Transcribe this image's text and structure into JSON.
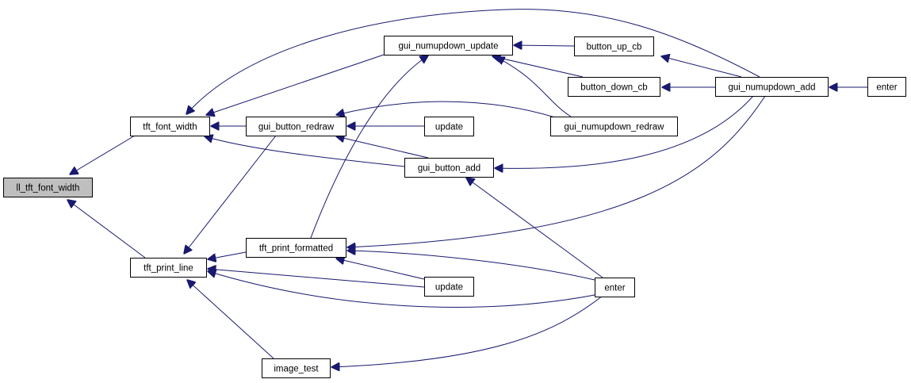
{
  "diagram": {
    "type": "call-graph",
    "colors": {
      "edge": "#191970",
      "root_fill": "#bfbfbf",
      "node_fill": "#ffffff",
      "node_border": "#000000"
    },
    "nodes": [
      {
        "id": "ll_tft_font_width",
        "label": "ll_tft_font_width",
        "root": true
      },
      {
        "id": "tft_font_width",
        "label": "tft_font_width"
      },
      {
        "id": "tft_print_line",
        "label": "tft_print_line"
      },
      {
        "id": "gui_numupdown_update",
        "label": "gui_numupdown_update"
      },
      {
        "id": "button_up_cb",
        "label": "button_up_cb"
      },
      {
        "id": "button_down_cb",
        "label": "button_down_cb"
      },
      {
        "id": "gui_numupdown_add",
        "label": "gui_numupdown_add"
      },
      {
        "id": "enter_top",
        "label": "enter"
      },
      {
        "id": "gui_button_redraw",
        "label": "gui_button_redraw"
      },
      {
        "id": "update_top",
        "label": "update"
      },
      {
        "id": "gui_numupdown_redraw",
        "label": "gui_numupdown_redraw"
      },
      {
        "id": "gui_button_add",
        "label": "gui_button_add"
      },
      {
        "id": "tft_print_formatted",
        "label": "tft_print_formatted"
      },
      {
        "id": "update_bottom",
        "label": "update"
      },
      {
        "id": "enter_bottom",
        "label": "enter"
      },
      {
        "id": "image_test",
        "label": "image_test"
      }
    ],
    "edges": [
      {
        "from": "tft_font_width",
        "to": "ll_tft_font_width"
      },
      {
        "from": "tft_print_line",
        "to": "ll_tft_font_width"
      },
      {
        "from": "gui_numupdown_add",
        "to": "tft_font_width"
      },
      {
        "from": "gui_numupdown_update",
        "to": "tft_font_width"
      },
      {
        "from": "gui_button_redraw",
        "to": "tft_font_width"
      },
      {
        "from": "gui_button_add",
        "to": "tft_font_width"
      },
      {
        "from": "button_up_cb",
        "to": "gui_numupdown_update"
      },
      {
        "from": "button_down_cb",
        "to": "gui_numupdown_update"
      },
      {
        "from": "gui_numupdown_redraw",
        "to": "gui_numupdown_update"
      },
      {
        "from": "tft_print_formatted",
        "to": "gui_numupdown_update"
      },
      {
        "from": "gui_numupdown_add",
        "to": "button_up_cb"
      },
      {
        "from": "gui_numupdown_add",
        "to": "button_down_cb"
      },
      {
        "from": "enter_top",
        "to": "gui_numupdown_add"
      },
      {
        "from": "gui_numupdown_redraw",
        "to": "gui_button_redraw"
      },
      {
        "from": "update_top",
        "to": "gui_button_redraw"
      },
      {
        "from": "gui_button_add",
        "to": "gui_button_redraw"
      },
      {
        "from": "gui_numupdown_add",
        "to": "gui_button_add"
      },
      {
        "from": "enter_bottom",
        "to": "gui_button_add"
      },
      {
        "from": "gui_button_redraw",
        "to": "tft_print_line"
      },
      {
        "from": "tft_print_formatted",
        "to": "tft_print_line"
      },
      {
        "from": "update_bottom",
        "to": "tft_print_line"
      },
      {
        "from": "enter_bottom",
        "to": "tft_print_line"
      },
      {
        "from": "gui_numupdown_add",
        "to": "tft_print_formatted"
      },
      {
        "from": "update_bottom",
        "to": "tft_print_formatted"
      },
      {
        "from": "enter_bottom",
        "to": "tft_print_formatted"
      },
      {
        "from": "image_test",
        "to": "tft_print_line"
      },
      {
        "from": "enter_bottom",
        "to": "image_test"
      }
    ]
  }
}
